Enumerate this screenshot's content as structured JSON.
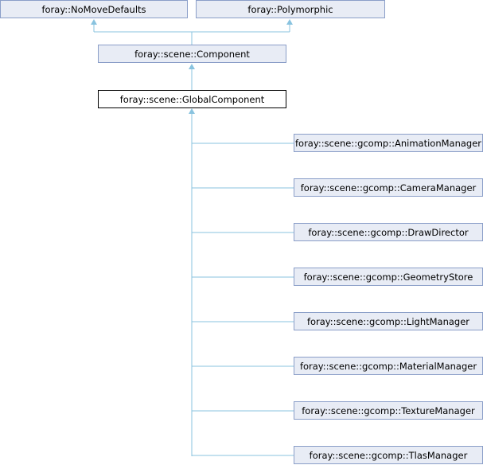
{
  "colors": {
    "node_fill": "#e8ecf5",
    "node_border": "#8a9ec8",
    "current_border": "#000000",
    "edge": "#89c3df"
  },
  "nodes": {
    "no_move_defaults": "foray::NoMoveDefaults",
    "polymorphic": "foray::Polymorphic",
    "component": "foray::scene::Component",
    "global_component": "foray::scene::GlobalComponent",
    "derived": [
      "foray::scene::gcomp::AnimationManager",
      "foray::scene::gcomp::CameraManager",
      "foray::scene::gcomp::DrawDirector",
      "foray::scene::gcomp::GeometryStore",
      "foray::scene::gcomp::LightManager",
      "foray::scene::gcomp::MaterialManager",
      "foray::scene::gcomp::TextureManager",
      "foray::scene::gcomp::TlasManager"
    ]
  }
}
